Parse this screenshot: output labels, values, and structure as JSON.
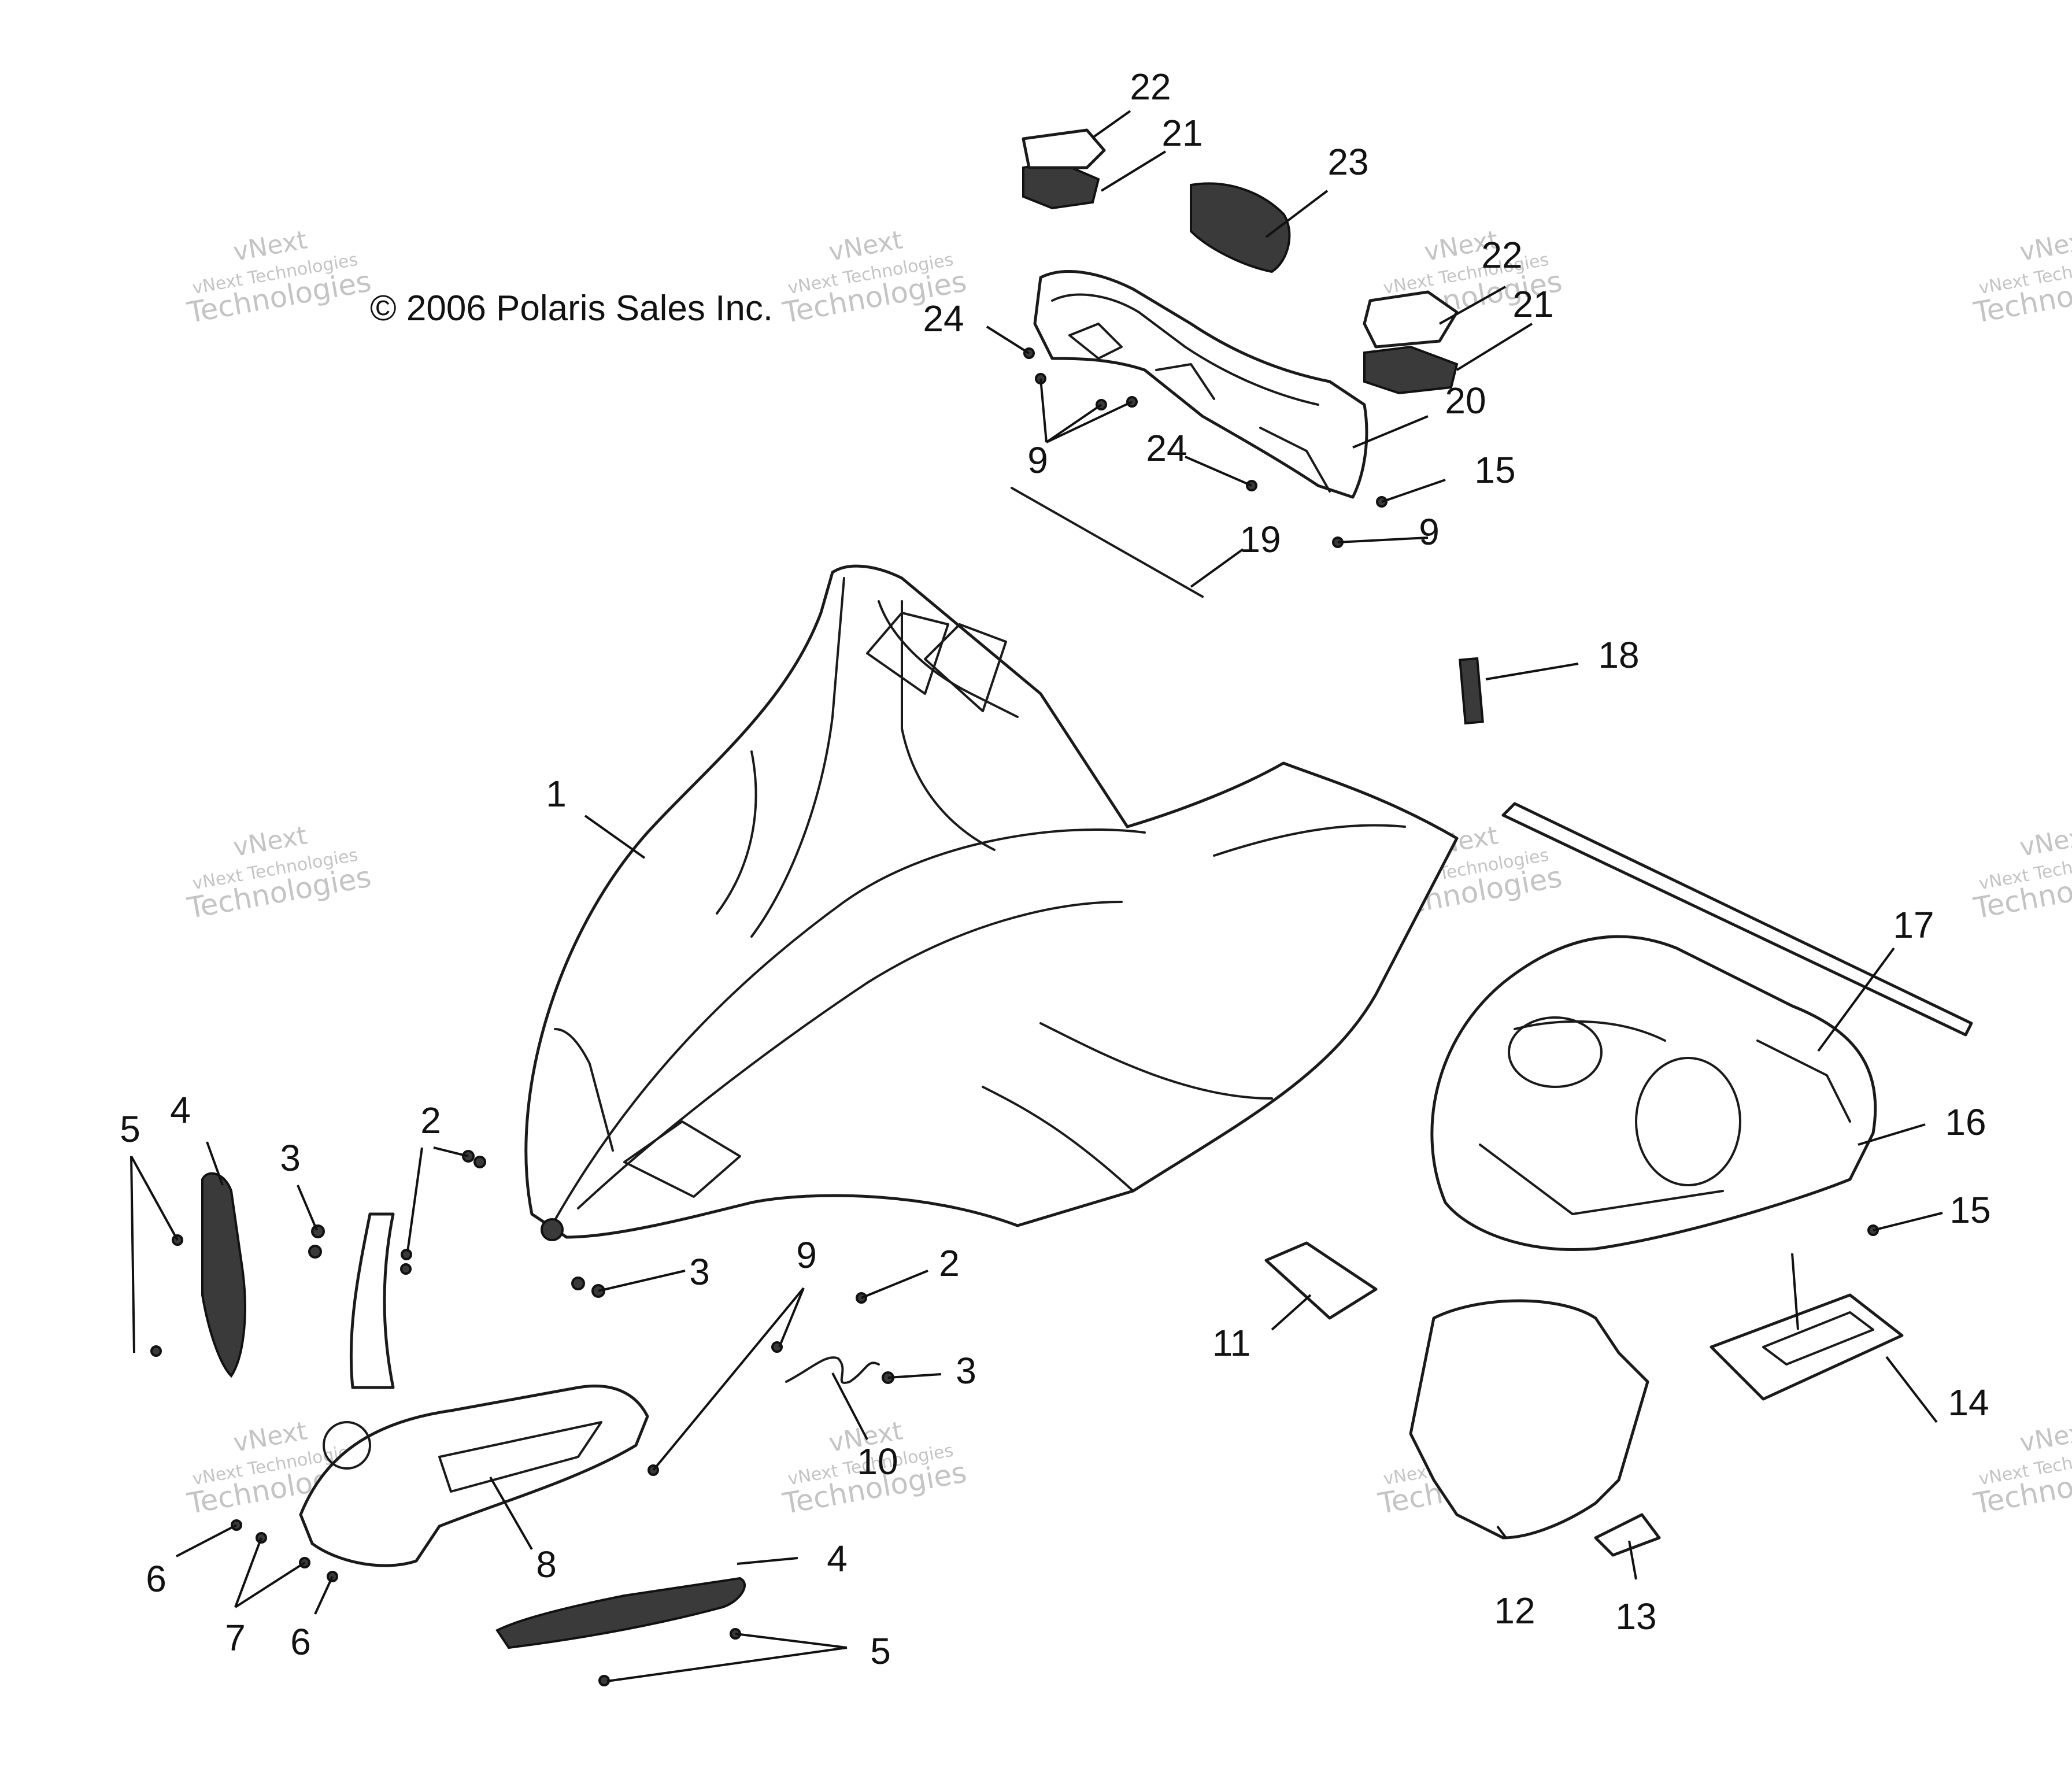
{
  "copyright": "© 2006 Polaris Sales Inc.",
  "watermark": {
    "line1": "vNext",
    "line2": "vNext Technologies",
    "line3": "Technologies"
  },
  "callouts": [
    {
      "id": "c-1",
      "number": "1"
    },
    {
      "id": "c-2a",
      "number": "2"
    },
    {
      "id": "c-2b",
      "number": "2"
    },
    {
      "id": "c-3a",
      "number": "3"
    },
    {
      "id": "c-3b",
      "number": "3"
    },
    {
      "id": "c-3c",
      "number": "3"
    },
    {
      "id": "c-4a",
      "number": "4"
    },
    {
      "id": "c-4b",
      "number": "4"
    },
    {
      "id": "c-5a",
      "number": "5"
    },
    {
      "id": "c-5b",
      "number": "5"
    },
    {
      "id": "c-6a",
      "number": "6"
    },
    {
      "id": "c-6b",
      "number": "6"
    },
    {
      "id": "c-7",
      "number": "7"
    },
    {
      "id": "c-8",
      "number": "8"
    },
    {
      "id": "c-9a",
      "number": "9"
    },
    {
      "id": "c-9b",
      "number": "9"
    },
    {
      "id": "c-9c",
      "number": "9"
    },
    {
      "id": "c-10",
      "number": "10"
    },
    {
      "id": "c-11",
      "number": "11"
    },
    {
      "id": "c-12",
      "number": "12"
    },
    {
      "id": "c-13",
      "number": "13"
    },
    {
      "id": "c-14",
      "number": "14"
    },
    {
      "id": "c-15a",
      "number": "15"
    },
    {
      "id": "c-15b",
      "number": "15"
    },
    {
      "id": "c-16",
      "number": "16"
    },
    {
      "id": "c-17",
      "number": "17"
    },
    {
      "id": "c-18",
      "number": "18"
    },
    {
      "id": "c-19",
      "number": "19"
    },
    {
      "id": "c-20",
      "number": "20"
    },
    {
      "id": "c-21a",
      "number": "21"
    },
    {
      "id": "c-21b",
      "number": "21"
    },
    {
      "id": "c-22a",
      "number": "22"
    },
    {
      "id": "c-22b",
      "number": "22"
    },
    {
      "id": "c-23",
      "number": "23"
    },
    {
      "id": "c-24a",
      "number": "24"
    },
    {
      "id": "c-24b",
      "number": "24"
    }
  ]
}
